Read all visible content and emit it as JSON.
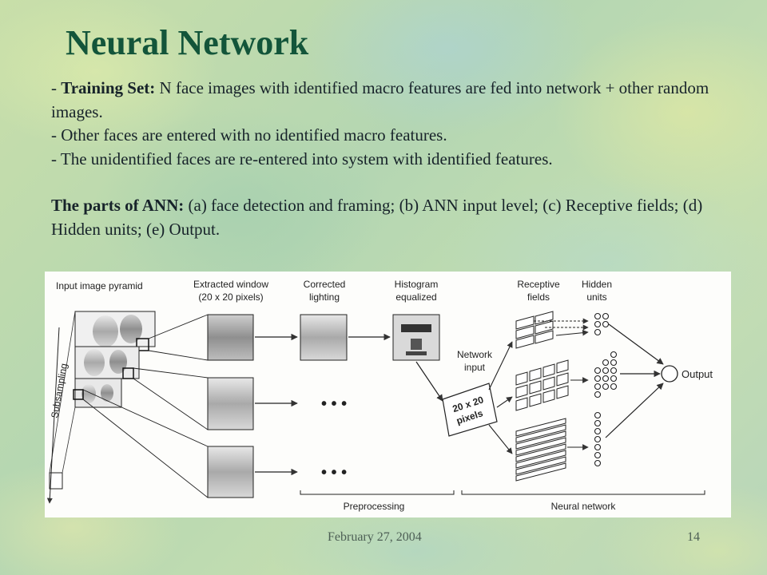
{
  "slide": {
    "title": "Neural Network",
    "bullets": [
      {
        "prefix": "- ",
        "label": "Training Set:",
        "text": " N face images with identified macro features are fed into network + other random images."
      },
      {
        "prefix": "- ",
        "text": "Other faces are entered with no identified macro features."
      },
      {
        "prefix": "- ",
        "text": "The unidentified faces are re-entered into system with identified features."
      }
    ],
    "parts": {
      "label": "The parts of ANN:",
      "text": "  (a) face detection and framing; (b) ANN input level; (c) Receptive fields; (d) Hidden units; (e) Output."
    },
    "footer": {
      "date": "February 27, 2004",
      "page": "14"
    }
  },
  "figure": {
    "labels": {
      "input_pyramid": "Input image pyramid",
      "extracted_window_1": "Extracted window",
      "extracted_window_2": "(20 x 20 pixels)",
      "corrected_1": "Corrected",
      "corrected_2": "lighting",
      "histogram_1": "Histogram",
      "histogram_2": "equalized",
      "receptive_1": "Receptive",
      "receptive_2": "fields",
      "hidden_1": "Hidden",
      "hidden_2": "units",
      "subsampling": "Subsampling",
      "network_input_1": "Network",
      "network_input_2": "input",
      "pixels_1": "20 x 20",
      "pixels_2": "pixels",
      "output": "Output",
      "preprocessing": "Preprocessing",
      "neural_network": "Neural network",
      "ellipsis": "• • •"
    }
  }
}
